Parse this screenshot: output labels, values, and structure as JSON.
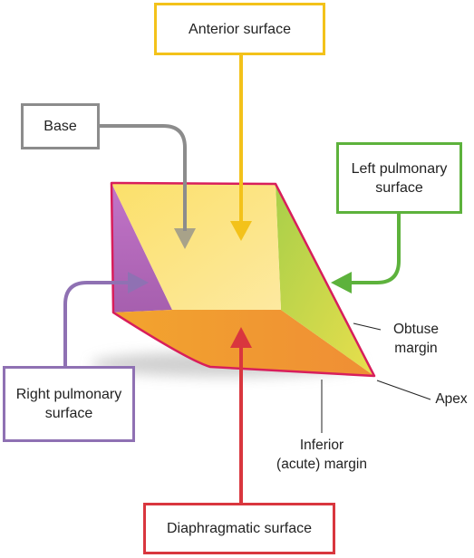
{
  "labels": {
    "anterior": "Anterior surface",
    "base": "Base",
    "left_pulmonary_1": "Left pulmonary",
    "left_pulmonary_2": "surface",
    "right_pulmonary_1": "Right pulmonary",
    "right_pulmonary_2": "surface",
    "diaphragmatic": "Diaphragmatic surface",
    "obtuse_1": "Obtuse",
    "obtuse_2": "margin",
    "apex": "Apex",
    "inferior_1": "Inferior",
    "inferior_2": "(acute) margin"
  },
  "colors": {
    "anterior": "#f3c21a",
    "base": "#8c8c8c",
    "left_pulmonary": "#5db23c",
    "right_pulmonary": "#8f71b3",
    "diaphragmatic": "#d9363e",
    "edge": "#d81e5b"
  }
}
